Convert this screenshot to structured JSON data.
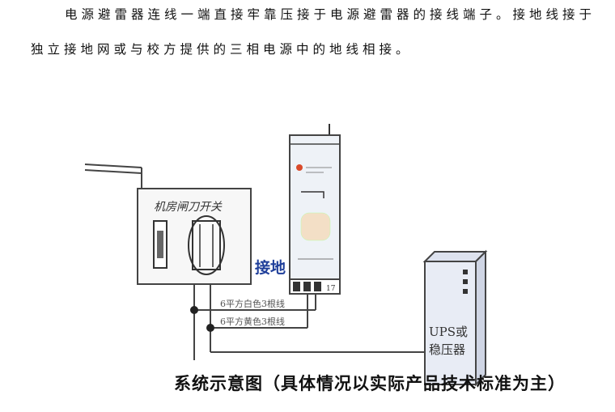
{
  "paragraph": {
    "line1": "电源避雷器连线一端直接牢靠压接于电源避雷器的接线端子。接地线接于",
    "line2": "独立接地网或与校方提供的三相电源中的地线相接。"
  },
  "diagram": {
    "switch_label": "机房闸刀开关",
    "ground_label": "接地",
    "wire1_label": "6平方白色3根线",
    "wire2_label": "6平方黄色3根线",
    "ups_line1": "UPS或",
    "ups_line2": "稳压器",
    "terminal_label": "17"
  },
  "caption": "系统示意图（具体情况以实际产品技术标准为主）",
  "colors": {
    "frame": "#444444",
    "ground_text": "#1f3f9a",
    "panel_fill": "#eef2f7",
    "ups_fill": "#e8ecf5"
  }
}
